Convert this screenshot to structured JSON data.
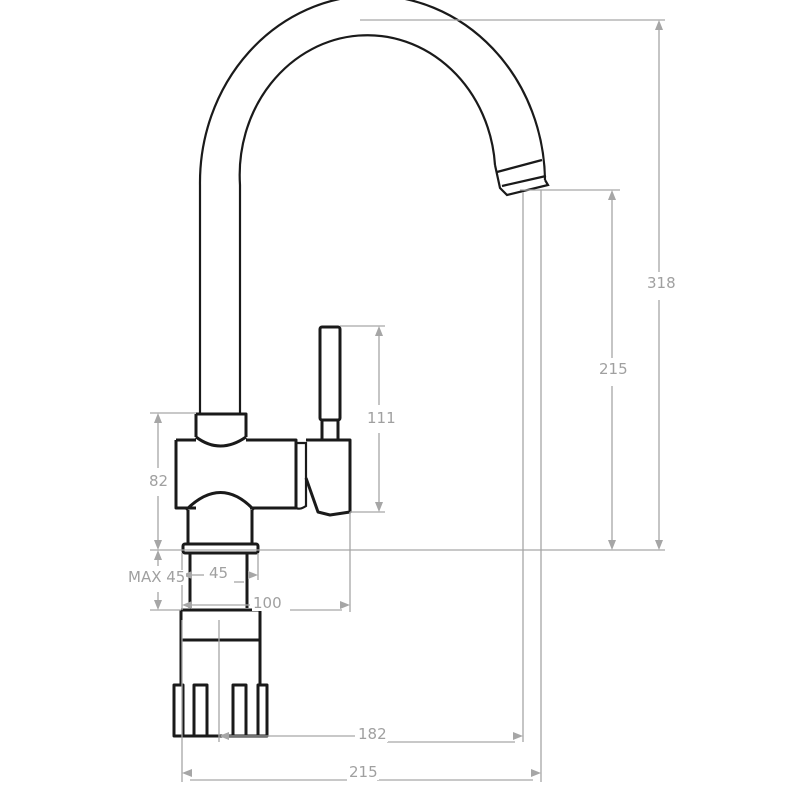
{
  "drawing": {
    "subject": "Kitchen faucet dimension drawing",
    "units": "mm",
    "line_color": "#1a1a1a",
    "dimension_color": "#a6a6a6"
  },
  "dimensions": {
    "total_height": "318",
    "spout_height": "215",
    "lever_height": "111",
    "body_height": "82",
    "max_countertop": "MAX 45",
    "shank_diameter": "45",
    "body_to_lever": "100",
    "reach": "182",
    "overall_width": "215"
  }
}
